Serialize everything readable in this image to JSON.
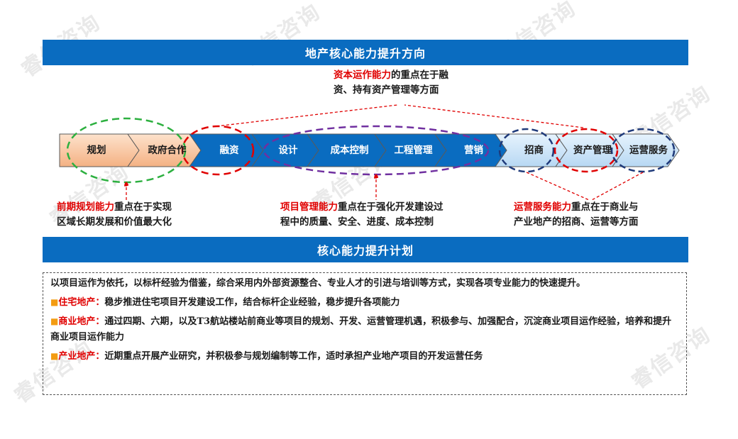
{
  "watermark": "睿信咨询",
  "banner_top": "地产核心能力提升方向",
  "banner_mid": "核心能力提升计划",
  "chain": [
    "规划",
    "政府合作",
    "融资",
    "设计",
    "成本控制",
    "工程管理",
    "营销",
    "招商",
    "资产管理",
    "运营服务"
  ],
  "notes": {
    "capital": {
      "highlight": "资本运作能力",
      "rest1": "的重点在于融",
      "line2": "资、持有资产管理等方面"
    },
    "planning": {
      "highlight": "前期规划能力",
      "rest1": "重点在于实现",
      "line2": "区域长期发展和价值最大化"
    },
    "project": {
      "highlight": "项目管理能力",
      "rest1": "重点在于强化开发建设过",
      "line2": "程中的质量、安全、进度、成本控制"
    },
    "operation": {
      "highlight": "运营服务能力",
      "rest1": "重点在于商业与",
      "line2": "产业地产的招商、运营等方面"
    }
  },
  "plan": {
    "intro": "以项目运作为依托，以标杆经验为借鉴，综合采用内外部资源整合、专业人才的引进与培训等方式，实现各项专业能力的快速提升。",
    "items": [
      {
        "bullet": "■",
        "label": "住宅地产：",
        "text": "稳步推进住宅项目开发建设工作，结合标杆企业经验，稳步提升各项能力"
      },
      {
        "bullet": "■",
        "label": "商业地产：",
        "text": "通过四期、六期，以及T3航站楼站前商业等项目的规划、开发、运营管理机遇，积极参与、加强配合，沉淀商业项目运作经验，培养和提升商业项目运作能力"
      },
      {
        "bullet": "■",
        "label": "产业地产：",
        "text": "近期重点开展产业研究，并积极参与规划编制等工作，适时承担产业地产项目的开发运营任务"
      }
    ]
  },
  "colors": {
    "banner": "#0a6cc0",
    "dark_chevron": "#0a6cc0",
    "orange_chevron": "#f9c8a0",
    "light_chevron": "#cfe6f8",
    "red": "#e00000",
    "green": "#2db040",
    "purple": "#7030a0",
    "navy": "#1f3a7a"
  }
}
